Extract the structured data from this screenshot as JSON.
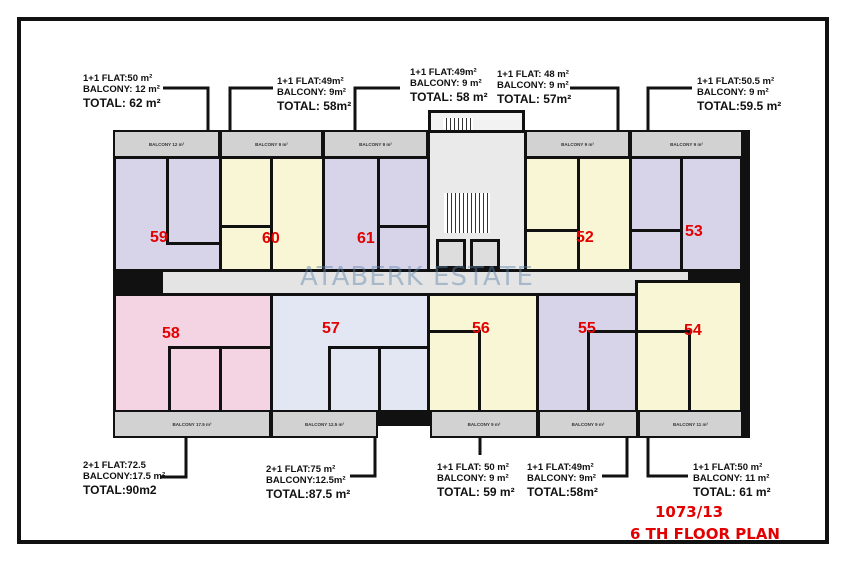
{
  "plan_code": "1073/13",
  "plan_title": "6 TH FLOOR PLAN",
  "watermark": "ATABERK ESTATE",
  "colors": {
    "title_red": "#e30000",
    "purple_unit": "#d7d4ea",
    "yellow_unit": "#f8f6d4",
    "pink_unit": "#f4d3e3",
    "blue_unit": "#e3e7f4",
    "balcony": "#d2d2d2"
  },
  "callouts_top": [
    {
      "flat": "1+1 FLAT:50 m²",
      "balcony": "BALCONY: 12 m²",
      "total": "TOTAL: 62 m²"
    },
    {
      "flat": "1+1 FLAT:49m²",
      "balcony": "BALCONY: 9m²",
      "total": "TOTAL: 58m²"
    },
    {
      "flat": "1+1 FLAT:49m²",
      "balcony": "BALCONY: 9 m²",
      "total": "TOTAL: 58 m²"
    },
    {
      "flat": "1+1 FLAT: 48 m²",
      "balcony": "BALCONY: 9 m²",
      "total": "TOTAL: 57m²"
    },
    {
      "flat": "1+1 FLAT:50.5 m²",
      "balcony": "BALCONY: 9 m²",
      "total": "TOTAL:59.5 m²"
    }
  ],
  "callouts_bottom": [
    {
      "flat": "2+1 FLAT:72.5",
      "balcony": "BALCONY:17.5 m²",
      "total": "TOTAL:90m2"
    },
    {
      "flat": "2+1 FLAT:75 m²",
      "balcony": "BALCONY:12.5m²",
      "total": "TOTAL:87.5 m²"
    },
    {
      "flat": "1+1 FLAT: 50 m²",
      "balcony": "BALCONY: 9 m²",
      "total": "TOTAL: 59 m²"
    },
    {
      "flat": "1+1 FLAT:49m²",
      "balcony": "BALCONY: 9m²",
      "total": "TOTAL:58m²"
    },
    {
      "flat": "1+1 FLAT:50 m²",
      "balcony": "BALCONY: 11 m²",
      "total": "TOTAL: 61 m²"
    }
  ],
  "units": {
    "u59": "59",
    "u60": "60",
    "u61": "61",
    "u52": "52",
    "u53": "53",
    "u58": "58",
    "u57": "57",
    "u56": "56",
    "u55": "55",
    "u54": "54"
  },
  "balconies": {
    "b59": "BALCONY 12 m²",
    "b60": "BALCONY 9 m²",
    "b61": "BALCONY 9 m²",
    "b52": "BALCONY 9 m²",
    "b53": "BALCONY 9 m²",
    "b58": "BALCONY 17.5 m²",
    "b57": "BALCONY 12.5 m²",
    "b56": "BALCONY 9 m²",
    "b55": "BALCONY 9 m²",
    "b54": "BALCONY 11 m²"
  }
}
